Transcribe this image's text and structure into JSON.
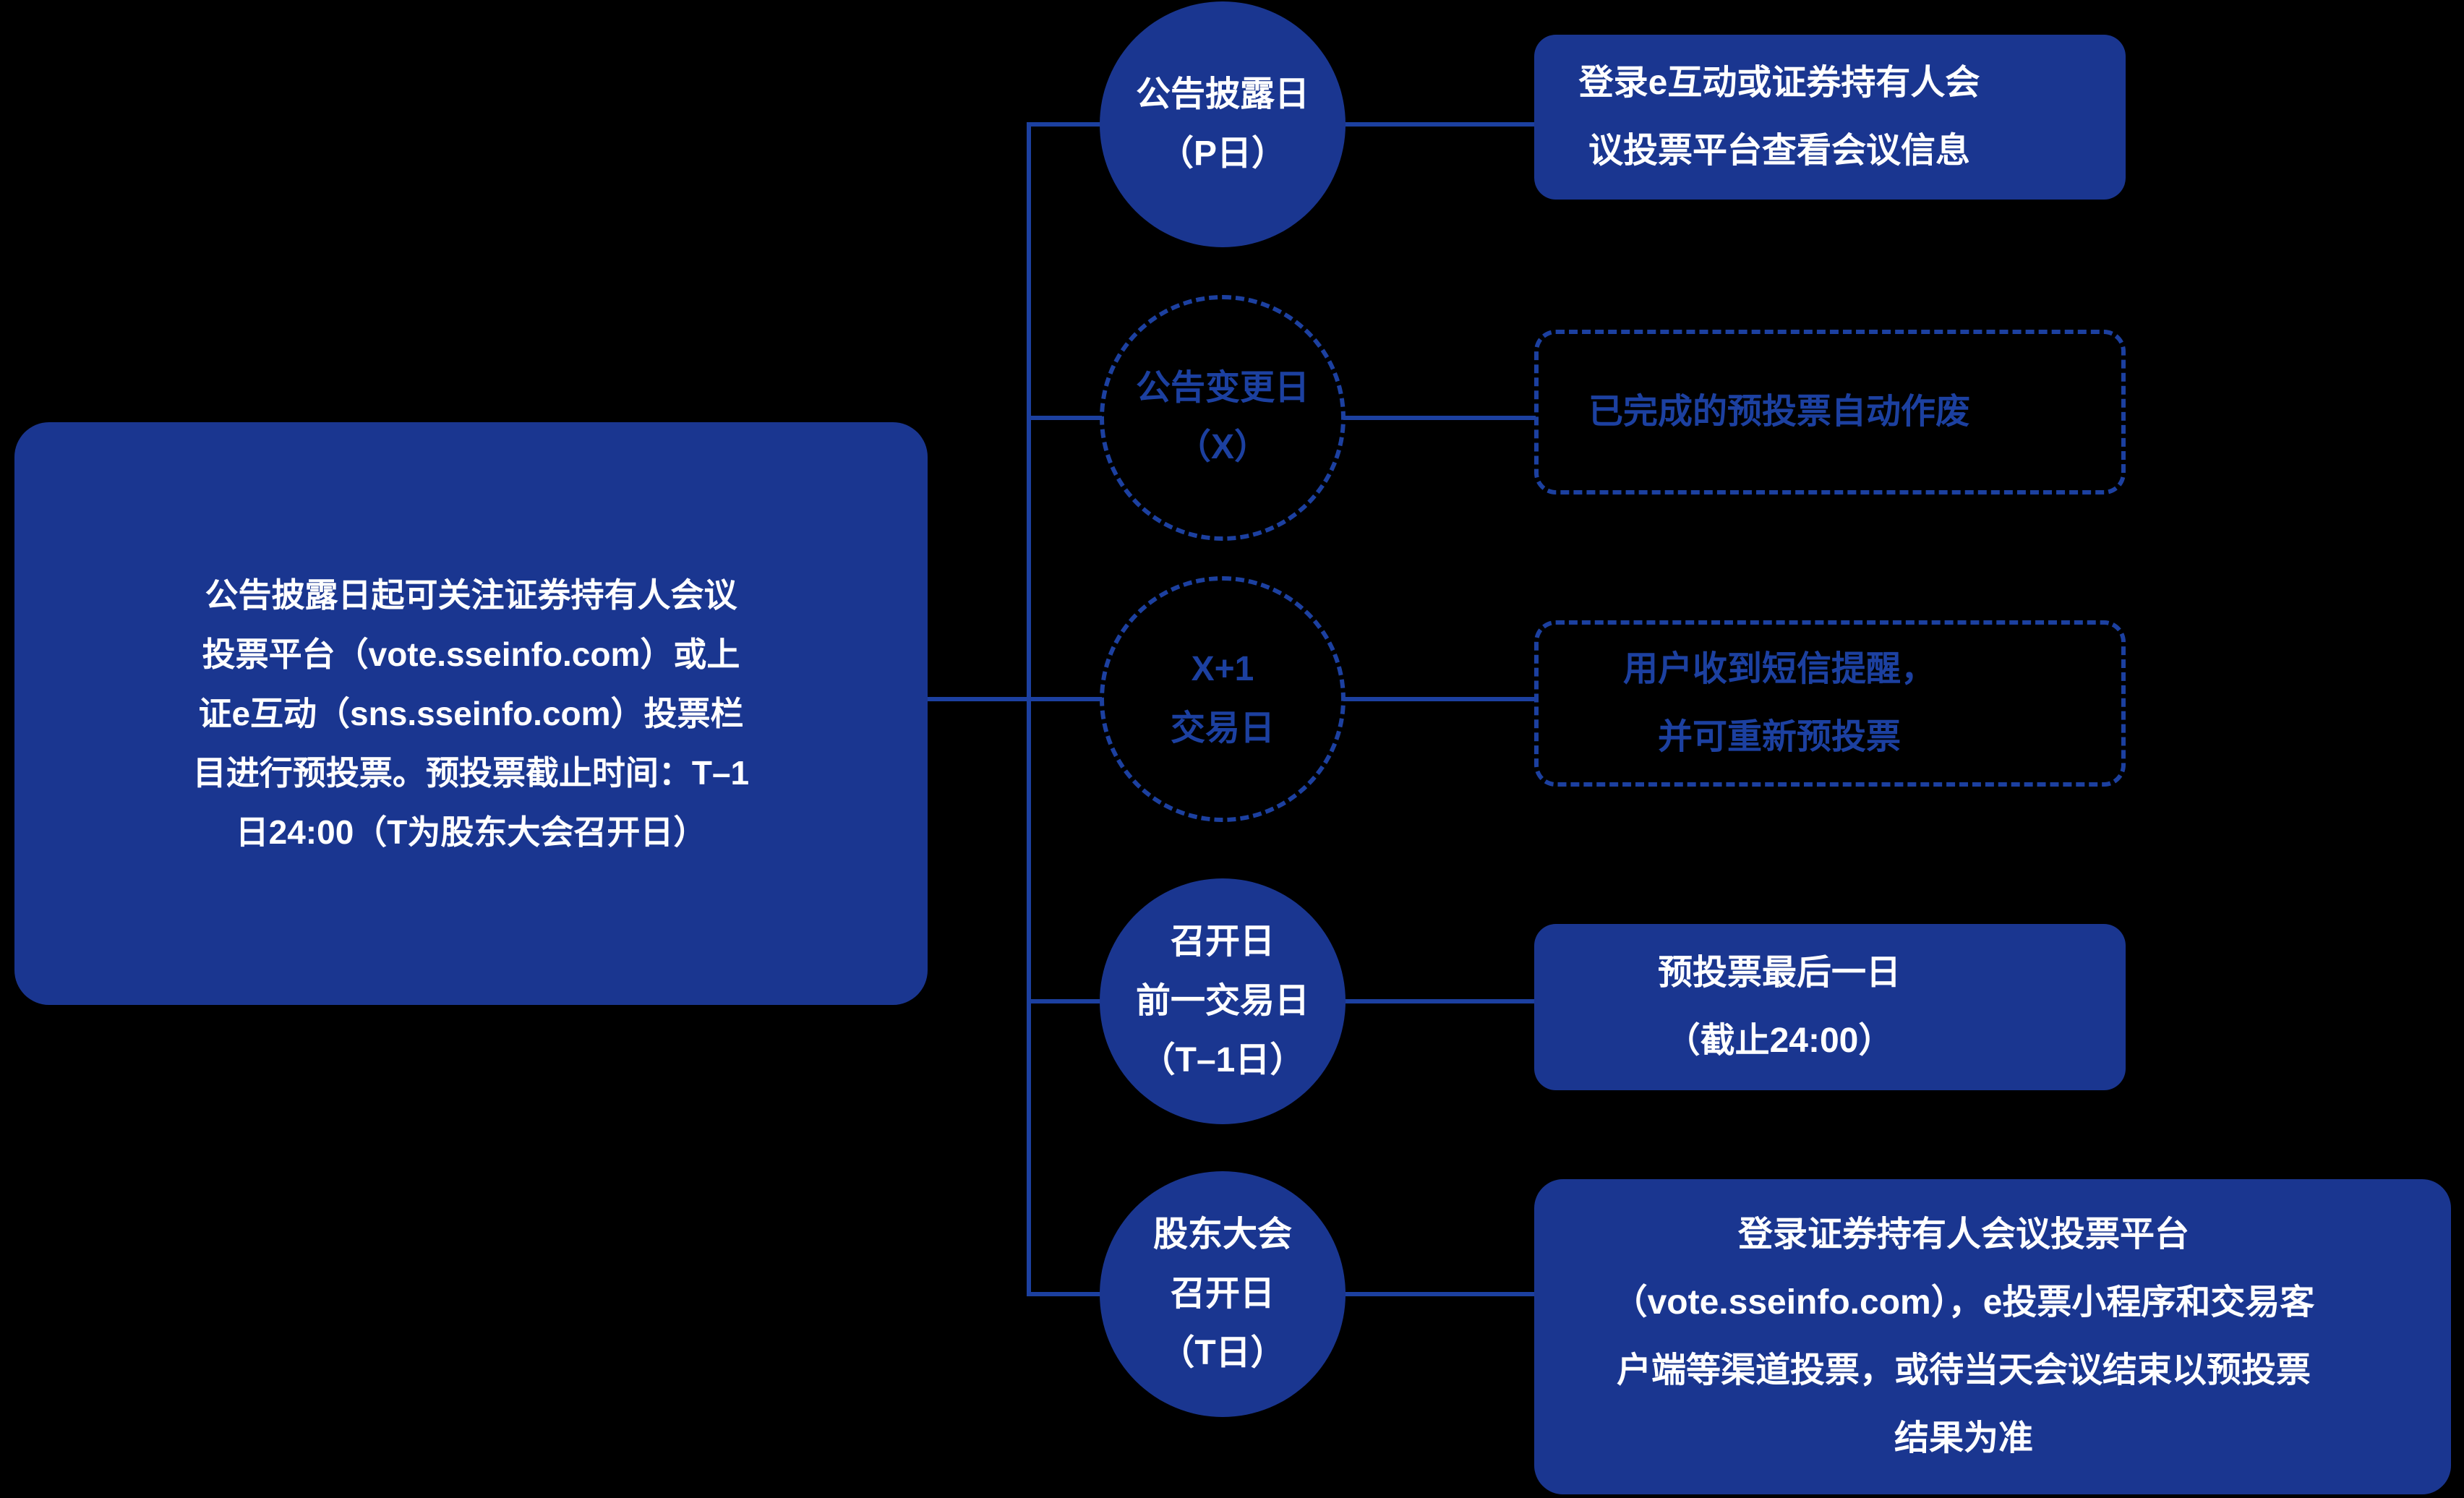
{
  "colors": {
    "background": "#000000",
    "solid_fill_blue": "#1A3690",
    "stroke_text_blue": "#1C40A0",
    "text_white": "#FFFFFF"
  },
  "intro_box": {
    "lines": [
      "公告披露日起可关注证券持有人会议",
      "投票平台（vote.sseinfo.com）或上",
      "证e互动（sns.sseinfo.com）投票栏",
      "目进行预投票。预投票截止时间：T–1",
      "日24:00（T为股东大会召开日）"
    ]
  },
  "timeline": {
    "nodes": [
      {
        "id": "announcement-disclosure-day",
        "style": "solid",
        "label_lines": [
          "公告披露日",
          "（P日）"
        ],
        "box": {
          "style": "solid",
          "lines": [
            "登录e互动或证券持有人会",
            "议投票平台查看会议信息"
          ]
        }
      },
      {
        "id": "announcement-change-day",
        "style": "dashed",
        "label_lines": [
          "公告变更日",
          "（X）"
        ],
        "box": {
          "style": "dashed",
          "lines": [
            "已完成的预投票自动作废"
          ]
        }
      },
      {
        "id": "x-plus-1-trading-day",
        "style": "dashed",
        "label_lines": [
          "X+1",
          "交易日"
        ],
        "box": {
          "style": "dashed",
          "lines": [
            "用户收到短信提醒，",
            "并可重新预投票"
          ]
        }
      },
      {
        "id": "trading-day-before-meeting",
        "style": "solid",
        "label_lines": [
          "召开日",
          "前一交易日",
          "（T–1日）"
        ],
        "box": {
          "style": "solid",
          "lines": [
            "预投票最后一日",
            "（截止24:00）"
          ]
        }
      },
      {
        "id": "shareholders-meeting-day",
        "style": "solid",
        "label_lines": [
          "股东大会",
          "召开日",
          "（T日）"
        ],
        "box": {
          "style": "solid",
          "lines": [
            "登录证券持有人会议投票平台",
            "（vote.sseinfo.com），e投票小程序和交易客",
            "户端等渠道投票，或待当天会议结束以预投票",
            "结果为准"
          ]
        }
      }
    ]
  }
}
